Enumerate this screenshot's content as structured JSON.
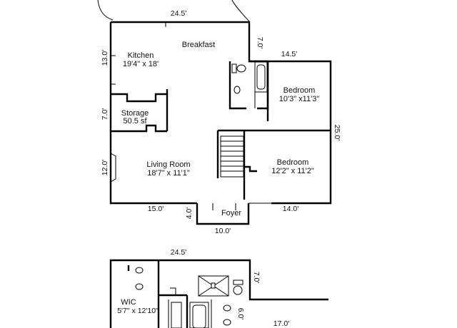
{
  "plan": {
    "upper": {
      "dims": {
        "top": "24.5'",
        "bath_right": "7.0'",
        "bedroom_top": "14.5'",
        "kitchen_left": "13.0'",
        "storage_left": "7.0'",
        "living_left": "12.0'",
        "right_side": "25.0'",
        "living_bottom": "15.0'",
        "foyer_side": "4.0'",
        "foyer_bottom": "10.0'",
        "bedroom_bottom": "14.0'"
      },
      "rooms": {
        "breakfast": {
          "name": "Breakfast"
        },
        "kitchen": {
          "name": "Kitchen",
          "size": "19'4\" x 18'"
        },
        "storage": {
          "name": "Storage",
          "size": "50.5 sf"
        },
        "living": {
          "name": "Living Room",
          "size": "18'7\" x 11'1\""
        },
        "bedroom_upper": {
          "name": "Bedroom",
          "size": "10'3\" x11'3\""
        },
        "bedroom_lower": {
          "name": "Bedroom",
          "size": "12'2\" x 11'2\""
        },
        "foyer": {
          "name": "Foyer"
        }
      }
    },
    "lower": {
      "dims": {
        "top": "24.5'",
        "right": "7.0'",
        "middle": "6.0'",
        "bottom_right": "17.0'"
      },
      "rooms": {
        "wic": {
          "name": "WIC",
          "size": "5'7\" x 12'10\""
        }
      }
    }
  }
}
